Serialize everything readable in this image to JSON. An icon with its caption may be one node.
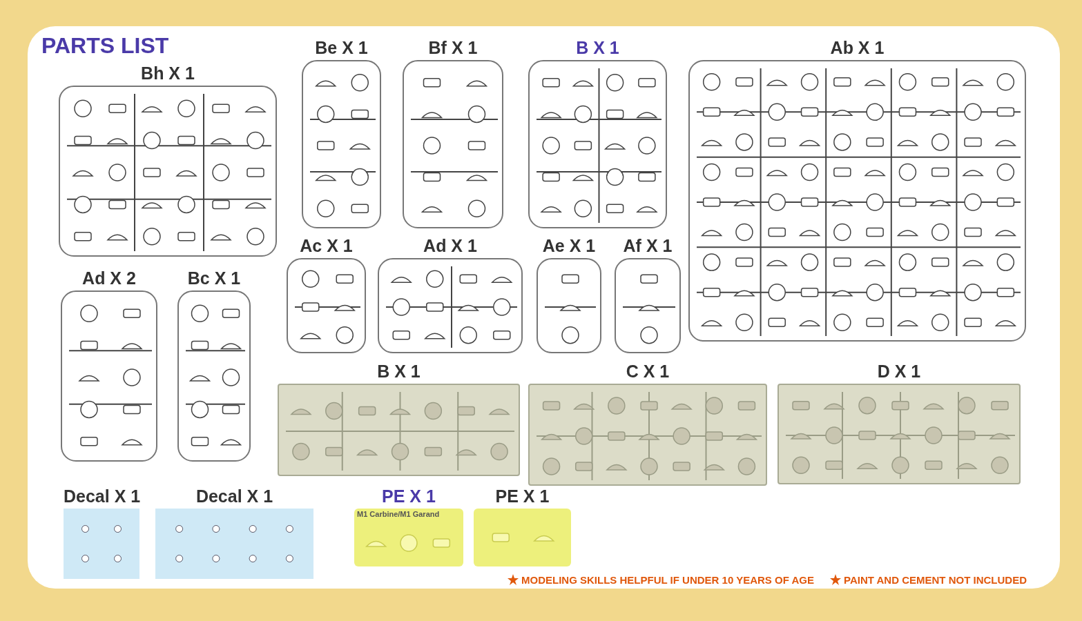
{
  "diagram": {
    "title": "PARTS LIST",
    "nodes": [
      {
        "text": [
          "Bh X 1"
        ]
      },
      {
        "text": [
          "Be X 1"
        ]
      },
      {
        "text": [
          "Bf X 1"
        ]
      },
      {
        "text": [
          "B X 1"
        ]
      },
      {
        "text": [
          "Ab X 1"
        ]
      },
      {
        "text": [
          "Ac X 1"
        ]
      },
      {
        "text": [
          "Ad X 1"
        ]
      },
      {
        "text": [
          "Ae X 1"
        ]
      },
      {
        "text": [
          "Af X 1"
        ]
      },
      {
        "text": [
          "Ad X 2"
        ]
      },
      {
        "text": [
          "Bc X 1"
        ]
      },
      {
        "text": [
          "B X 1"
        ]
      },
      {
        "text": [
          "C X 1"
        ]
      },
      {
        "text": [
          "D X 1"
        ]
      },
      {
        "text": [
          "Decal X 1"
        ]
      },
      {
        "text": [
          "Decal X 1"
        ]
      },
      {
        "text": [
          "PE X 1",
          "M1 Carbine/M1 Garand"
        ]
      },
      {
        "text": [
          "PE X 1"
        ]
      }
    ],
    "labels": [
      "MODELING SKILLS HELPFUL IF UNDER 10 YEARS OF AGE",
      "PAINT AND CEMENT NOT INCLUDED"
    ]
  }
}
